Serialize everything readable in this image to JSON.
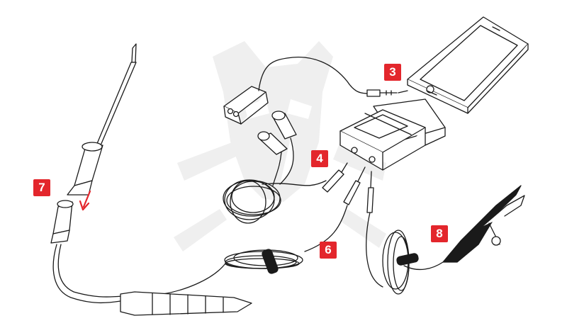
{
  "colors": {
    "accent": "#e3262c",
    "line": "#1a1a1a",
    "watermark": "#eeeeee",
    "fill": "#ffffff"
  },
  "watermark": {
    "name": "panther-skull-wrenches-logo"
  },
  "callouts": [
    {
      "label": "3",
      "points_to": "smartphone"
    },
    {
      "label": "4",
      "points_to": "headphone-splitter-jacks"
    },
    {
      "label": "6",
      "points_to": "coiled-test-lead"
    },
    {
      "label": "7",
      "points_to": "probe-tip-sleeve"
    },
    {
      "label": "8",
      "points_to": "crocodile-clip"
    }
  ],
  "parts": [
    {
      "name": "smartphone"
    },
    {
      "name": "audio-interface-dock"
    },
    {
      "name": "headset-splitter-adapter"
    },
    {
      "name": "earphones"
    },
    {
      "name": "probe-stylus"
    },
    {
      "name": "crocodile-clip-lead"
    }
  ]
}
